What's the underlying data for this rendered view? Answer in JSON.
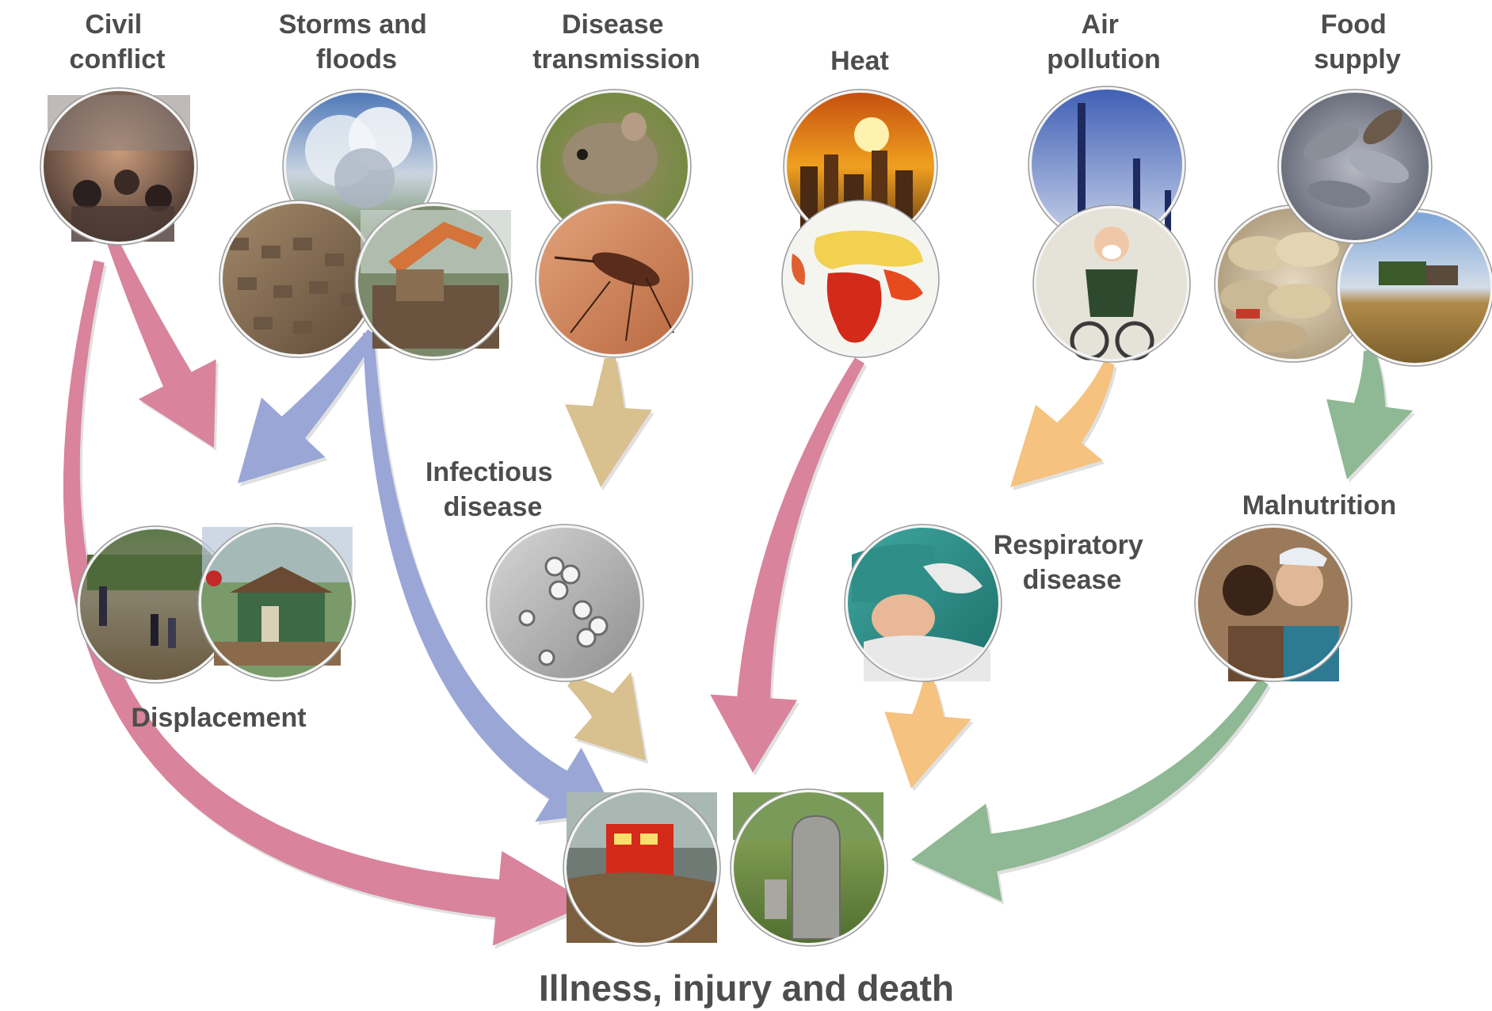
{
  "colors": {
    "pink": "#d9839c",
    "blue": "#99a6d6",
    "tan": "#d9c08f",
    "orange": "#f5c27f",
    "green": "#8fb894",
    "text": "#4d4d4d"
  },
  "drivers": {
    "civil_conflict": [
      "Civil",
      "conflict"
    ],
    "storms_floods": [
      "Storms and",
      "floods"
    ],
    "disease_transmission": [
      "Disease",
      "transmission"
    ],
    "heat": [
      "Heat"
    ],
    "air_pollution": [
      "Air",
      "pollution"
    ],
    "food_supply": [
      "Food",
      "supply"
    ]
  },
  "outcomes": {
    "displacement": [
      "Displacement"
    ],
    "infectious_disease": [
      "Infectious",
      "disease"
    ],
    "respiratory_disease": [
      "Respiratory",
      "disease"
    ],
    "malnutrition": [
      "Malnutrition"
    ],
    "final": [
      "Illness, injury and death"
    ]
  },
  "images": {
    "civil_conflict": [
      "crowd-photo"
    ],
    "storms_floods": [
      "storm-cloud-photo",
      "flooded-homes-photo",
      "excavator-debris-photo"
    ],
    "disease_transmission": [
      "mouse-photo",
      "mosquito-photo"
    ],
    "heat": [
      "hot-city-sunset-photo",
      "heat-risk-map"
    ],
    "air_pollution": [
      "smokestacks-photo",
      "cyclist-mask-photo"
    ],
    "food_supply": [
      "fish-photo",
      "grain-sacks-photo",
      "harvest-field-photo"
    ],
    "displacement": [
      "flooded-street-photo",
      "damaged-house-photo"
    ],
    "infectious_disease": [
      "microbes-micrograph"
    ],
    "respiratory_disease": [
      "patient-care-photo"
    ],
    "malnutrition": [
      "mother-child-photo"
    ],
    "final": [
      "ambulance-flood-photo",
      "gravestone-photo"
    ]
  }
}
